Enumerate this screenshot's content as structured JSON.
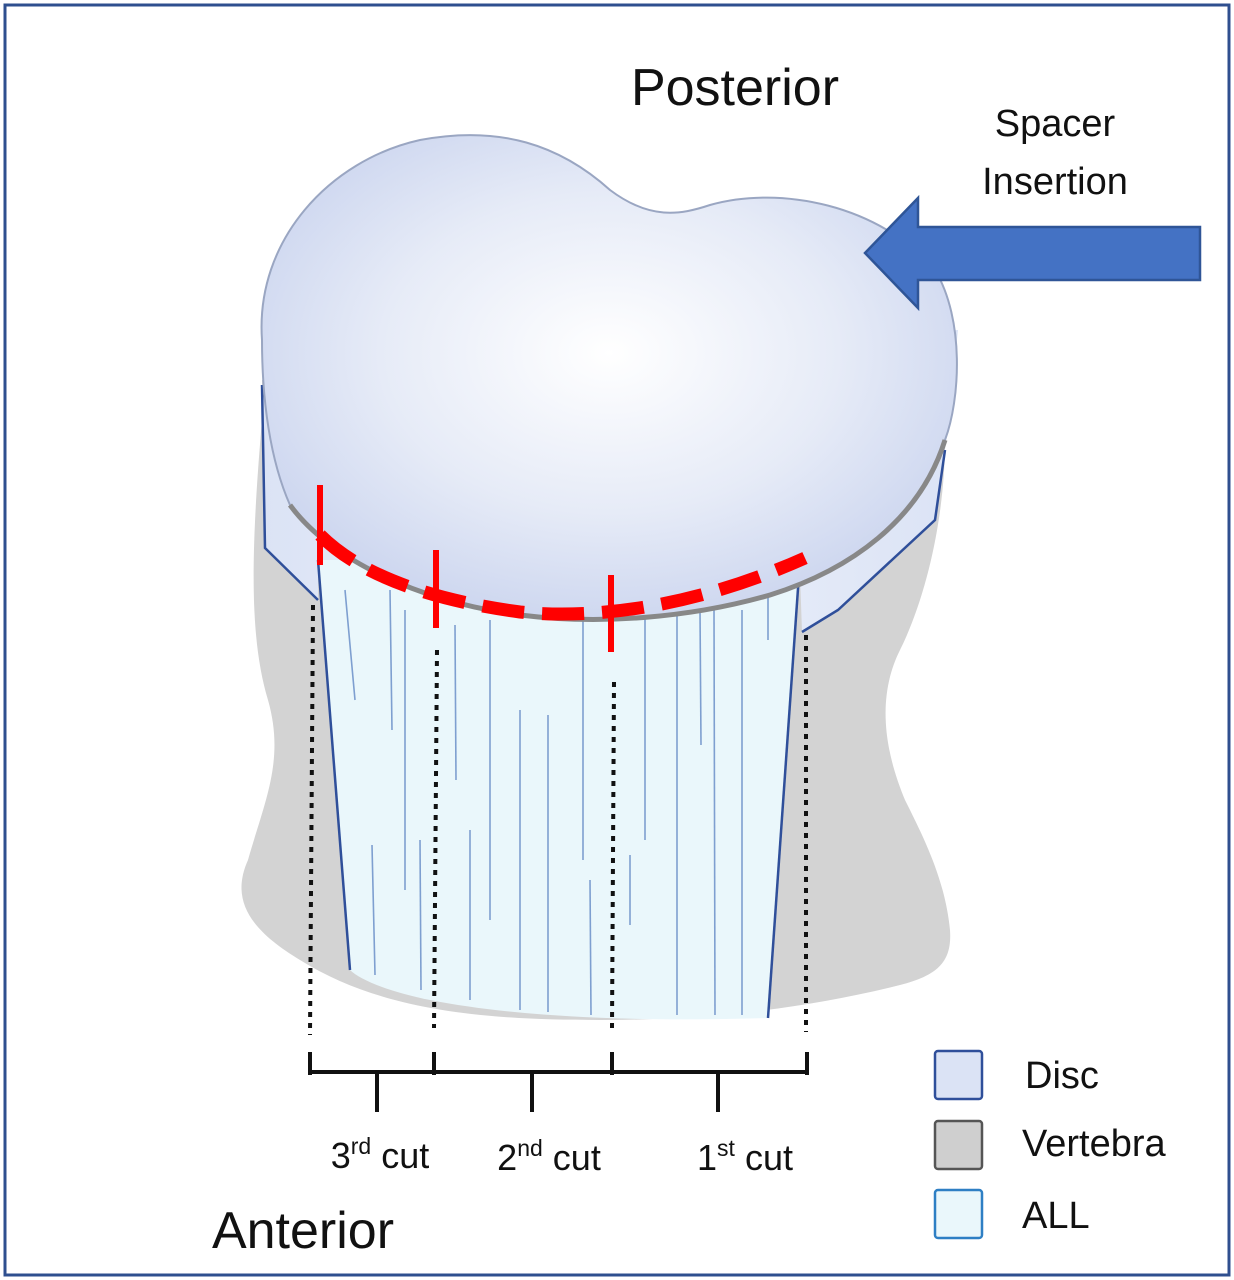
{
  "labels": {
    "posterior": "Posterior",
    "anterior": "Anterior",
    "spacer_line1": "Spacer",
    "spacer_line2": "Insertion"
  },
  "cuts": [
    {
      "num": "3",
      "sup": "rd",
      "word": " cut"
    },
    {
      "num": "2",
      "sup": "nd",
      "word": " cut"
    },
    {
      "num": "1",
      "sup": "st",
      "word": " cut"
    }
  ],
  "legend": [
    {
      "label": "Disc",
      "fill": "#dbe3f5",
      "stroke": "#2f4f9a"
    },
    {
      "label": "Vertebra",
      "fill": "#cfcfcf",
      "stroke": "#555555"
    },
    {
      "label": "ALL",
      "fill": "#eaf7fb",
      "stroke": "#2e7fc4"
    }
  ],
  "colors": {
    "frame": "#2f4f8f",
    "vertebra": "#d3d3d3",
    "disc": "#dbe3f5",
    "all": "#eaf7fb",
    "all_fibers": "#7e9fd0",
    "cut_line": "#ff0000",
    "arrow": "#4472c4",
    "arrow_outline": "#2f5597"
  }
}
